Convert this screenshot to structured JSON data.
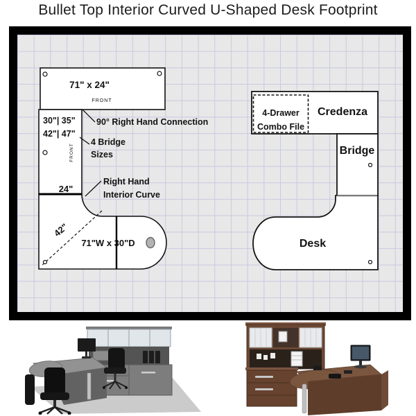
{
  "title": "Bullet Top Interior Curved U-Shaped Desk Footprint",
  "diagram": {
    "left": {
      "credenza_dims": "71\" x  24\"",
      "credenza_front_label": "FRONT",
      "bridge_sizes_row1": "30\"| 35\"",
      "bridge_sizes_row2": "42\"| 47\"",
      "bridge_front_label": "FRONT",
      "return_width": "24\"",
      "diagonal_length": "42\"",
      "desk_dims": "71\"W x 30\"D",
      "callouts": {
        "connection": "90° Right Hand Connection",
        "bridge_line1": "4 Bridge",
        "bridge_line2": "Sizes",
        "curve_line1": "Right Hand",
        "curve_line2": "Interior Curve"
      }
    },
    "right": {
      "credenza": "Credenza",
      "combo_file_line1": "4-Drawer",
      "combo_file_line2": "Combo File",
      "bridge": "Bridge",
      "desk": "Desk"
    },
    "colors": {
      "grid_background": "#e8e8e8",
      "grid_line": "#c9c9e2",
      "frame_border": "#000000",
      "shape_fill": "#ffffff",
      "shape_stroke": "#141414",
      "grommet_fill": "#b3b3b3"
    }
  }
}
